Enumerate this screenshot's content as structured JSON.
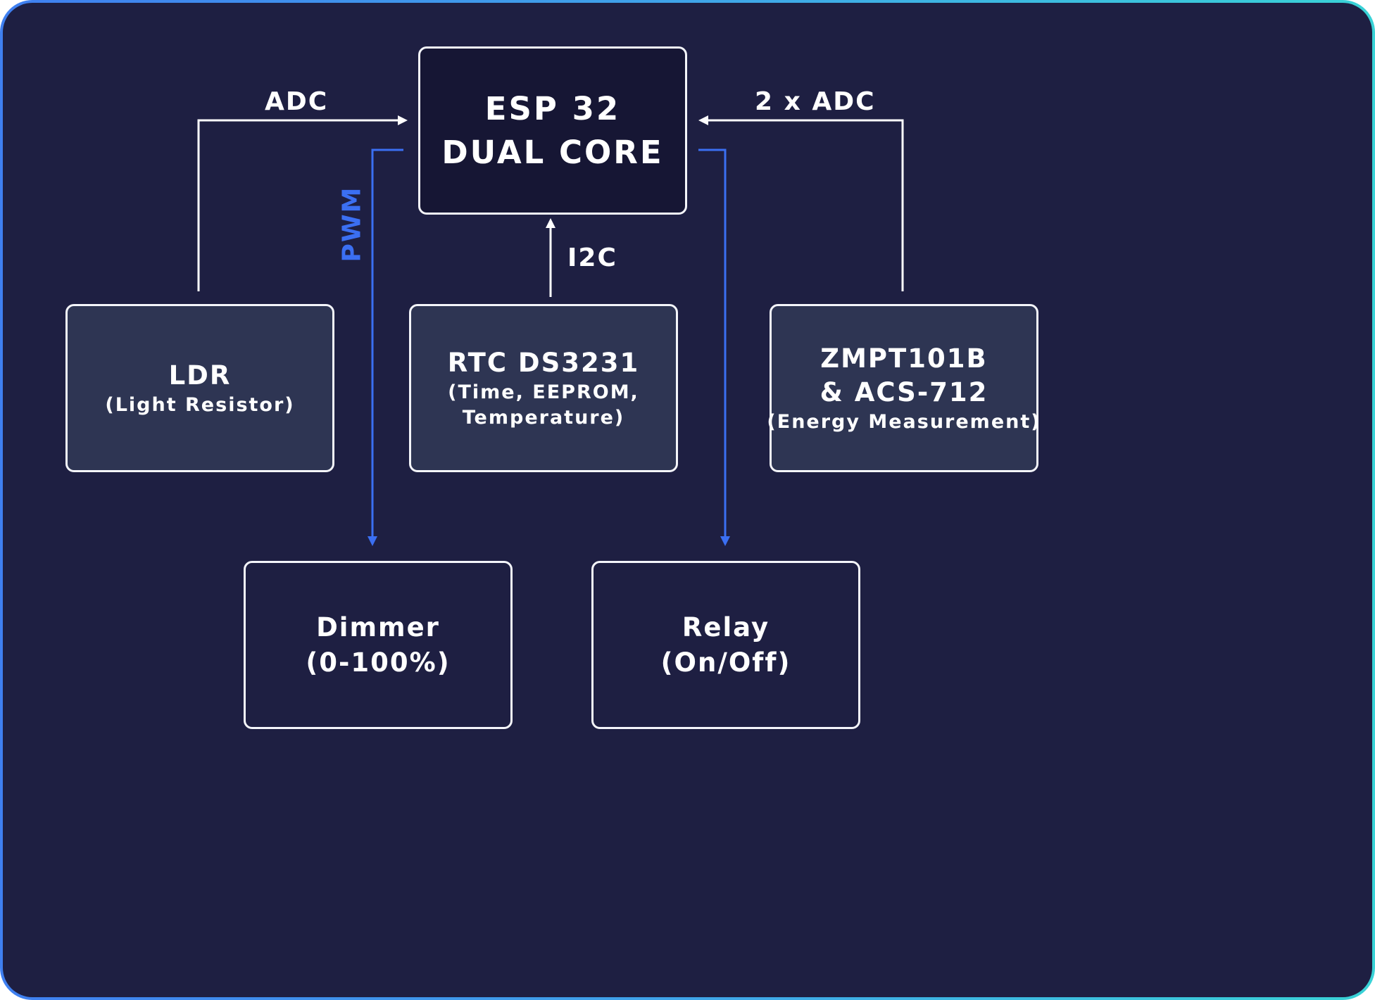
{
  "diagram": {
    "nodes": {
      "esp32": {
        "lines": [
          "ESP 32",
          "DUAL CORE"
        ]
      },
      "ldr": {
        "title": "LDR",
        "subtitle": "(Light Resistor)"
      },
      "rtc": {
        "title": "RTC DS3231",
        "subtitle_lines": [
          "(Time, EEPROM,",
          "Temperature)"
        ]
      },
      "energy": {
        "title_lines": [
          "ZMPT101B",
          "& ACS-712"
        ],
        "subtitle": "(Energy Measurement)"
      },
      "dimmer": {
        "lines": [
          "Dimmer",
          "(0-100%)"
        ]
      },
      "relay": {
        "lines": [
          "Relay",
          "(On/Off)"
        ]
      }
    },
    "edges": {
      "ldr_to_esp": "ADC",
      "energy_to_esp": "2 x ADC",
      "rtc_to_esp": "I2C",
      "esp_to_dimmer": "PWM",
      "esp_to_relay": ""
    },
    "colors": {
      "background": "#1e1f42",
      "core_fill": "#161634",
      "input_fill": "#2e3553",
      "signal_line": "#ffffff",
      "output_line": "#3b6ff2",
      "frame_gradient_start": "#3f7ff0",
      "frame_gradient_end": "#39d2d6"
    }
  }
}
